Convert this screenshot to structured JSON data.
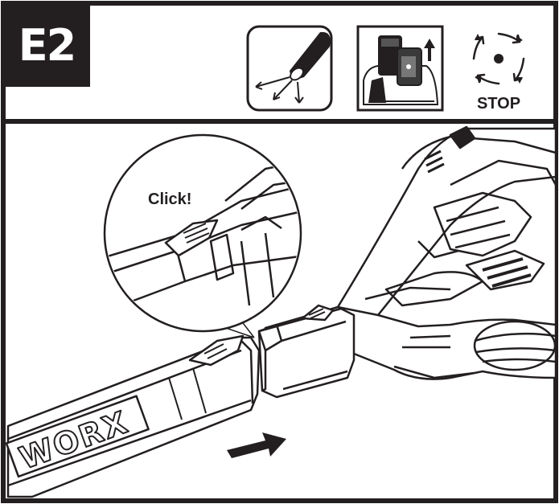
{
  "step_label": "E2",
  "icons": [
    {
      "name": "blower-nozzle-airflow-icon"
    },
    {
      "name": "battery-removal-icon"
    },
    {
      "name": "stop-fan-icon",
      "label": "STOP"
    }
  ],
  "callout": {
    "text": "Click!"
  },
  "tube_brand": "WORX"
}
